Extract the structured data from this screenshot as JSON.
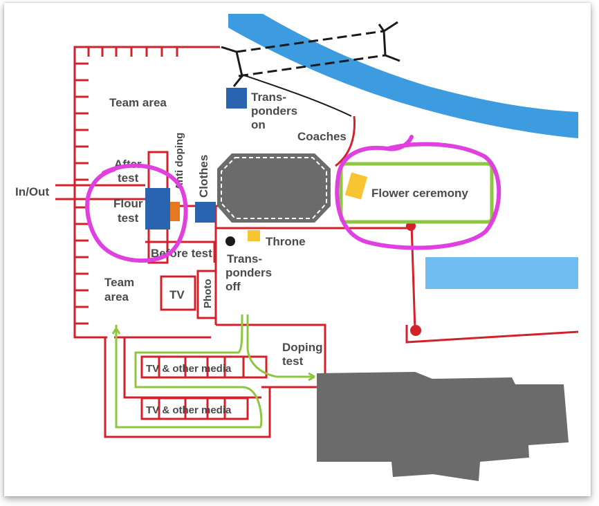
{
  "colors": {
    "fence": "#d4202a",
    "river": "#3d9be0",
    "river_light": "#6fbdf0",
    "route_green": "#8dc63f",
    "highlight_magenta": "#e040e0",
    "building_grey": "#6b6b6b",
    "marker_blue": "#2a64b0",
    "marker_orange": "#e87722",
    "throne_yellow": "#f7c531",
    "label_grey": "#4a4a4a",
    "dot_black": "#1a1a1a"
  },
  "labels": {
    "team_area_top": "Team area",
    "transponders_on": [
      "Trans-",
      "ponders",
      "on"
    ],
    "coaches": "Coaches",
    "in_out": "In/Out",
    "after_test": [
      "After",
      "test"
    ],
    "flour_test": [
      "Flour",
      "test"
    ],
    "anti_doping": "Anti doping",
    "clothes": "Clothes",
    "flower_ceremony": "Flower ceremony",
    "throne": "Throne",
    "before_test": "Before test",
    "transponders_off": [
      "Trans-",
      "ponders",
      "off"
    ],
    "team_area_bottom": [
      "Team",
      "area"
    ],
    "tv": "TV",
    "photo": "Photo",
    "doping_test": [
      "Doping",
      "test"
    ],
    "tv_media_1": "TV & other media",
    "tv_media_2": "TV & other media"
  },
  "icons": {
    "transponders_on_marker": "square-marker",
    "flour_test_marker": "square-marker",
    "clothes_marker": "square-marker",
    "throne_marker": "square-marker",
    "flower_ceremony_marker": "square-marker",
    "transponders_off_marker": "dot-marker",
    "highlight_flour": "hand-drawn-circle",
    "highlight_flower": "hand-drawn-circle",
    "route_arrow": "arrow-icon"
  }
}
